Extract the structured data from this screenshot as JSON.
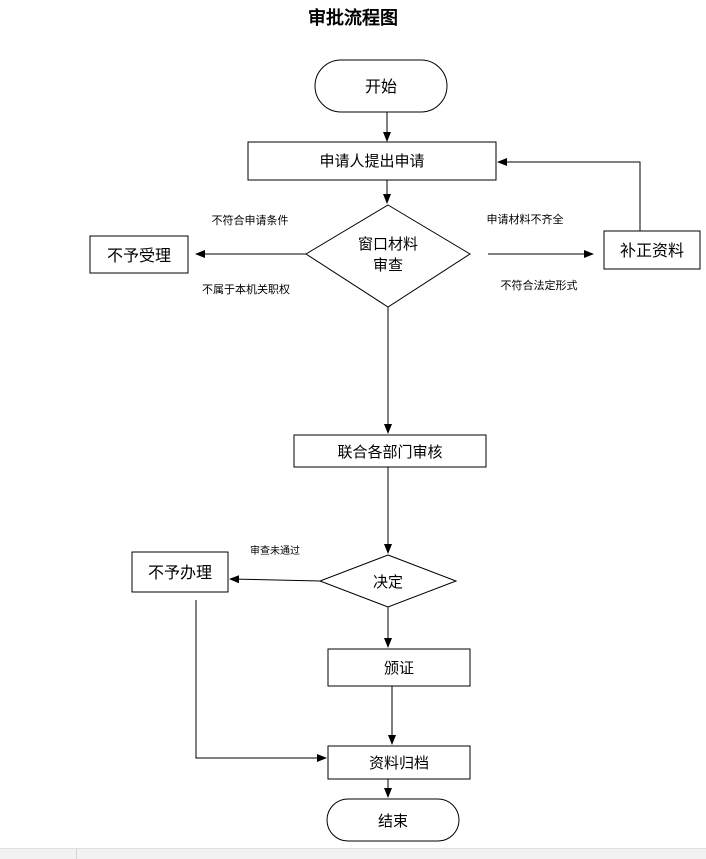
{
  "title": "审批流程图",
  "nodes": {
    "start": "开始",
    "apply": "申请人提出申请",
    "window_review_line1": "窗口材料",
    "window_review_line2": "审查",
    "reject_accept": "不予受理",
    "supplement": "补正资料",
    "joint_review": "联合各部门审核",
    "decision": "决定",
    "reject_handle": "不予办理",
    "issue": "颁证",
    "archive": "资料归档",
    "end": "结束"
  },
  "edge_labels": {
    "not_meet_conditions": "不符合申请条件",
    "not_in_scope": "不属于本机关职权",
    "incomplete_materials": "申请材料不齐全",
    "not_legal_form": "不符合法定形式",
    "review_failed": "审查未通过"
  }
}
